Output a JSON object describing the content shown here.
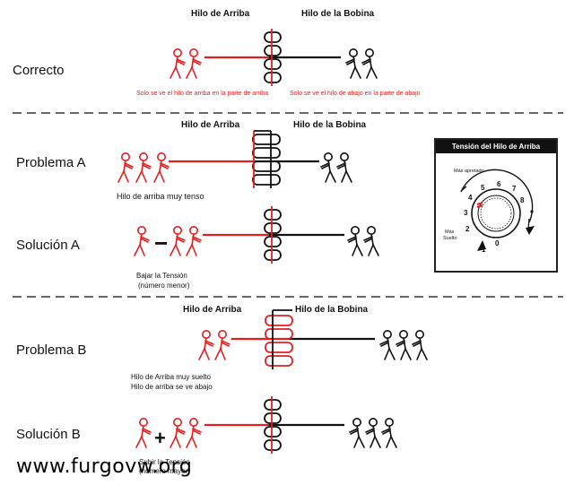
{
  "rows": {
    "correcto": "Correcto",
    "problema_a": "Problema  A",
    "solucion_a": "Solución  A",
    "problema_b": "Problema B",
    "solucion_b": "Solución B"
  },
  "headers": {
    "top_arriba": "Hilo de Arriba",
    "top_bobina": "Hilo de la Bobina",
    "a_arriba": "Hilo de Arriba",
    "a_bobina": "Hilo de la Bobina",
    "b_arriba": "Hilo de Arriba",
    "b_bobina": "Hilo de la Bobina"
  },
  "notes": {
    "correct_left": "Solo se ve el hilo de arriba en  la parte de arriba",
    "correct_right": "Solo se ve el hilo de abajo en la parte de abajo",
    "problem_a": "Hilo de arriba muy tenso",
    "solution_a_1": "Bajar  la Tensión",
    "solution_a_2": "(número  menor)",
    "problem_b_1": "Hilo de Arriba muy suelto",
    "problem_b_2": "Hilo de arriba se ve abajo",
    "solution_b_1": "Subir la Tensión",
    "solution_b_2": "(número mayor)"
  },
  "signs": {
    "minus": "−",
    "plus": "+"
  },
  "dial": {
    "title": "Tensión del Hilo de Arriba",
    "mas_apretado": "Más apretado",
    "mas_suelto_1": "Más",
    "mas_suelto_2": "Suelto",
    "numbers": [
      "1",
      "2",
      "3",
      "4",
      "5",
      "6",
      "7",
      "8",
      "0"
    ]
  },
  "watermark": "www.furgovw.org",
  "colors": {
    "upper_thread": "#e02020",
    "bobbin_thread": "#111111"
  }
}
